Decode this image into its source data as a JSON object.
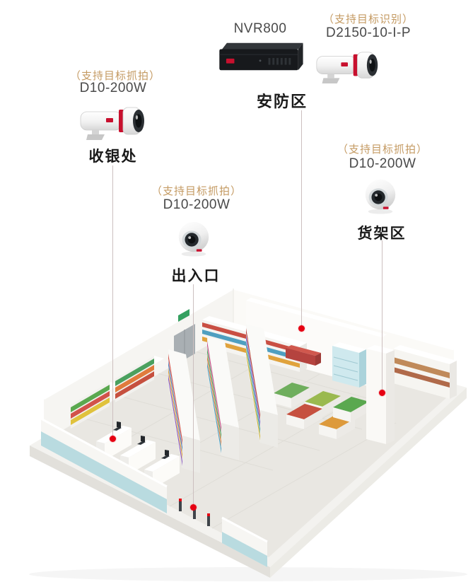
{
  "colors": {
    "accent_red": "#e60012",
    "capability_text": "#c49a62",
    "model_text": "#4a4a4a",
    "location_text": "#1a1a1a",
    "connector_line": "#ccbfbf"
  },
  "groups": {
    "cashier": {
      "capability": "（支持目标抓拍）",
      "model": "D10-200W",
      "location": "收银处"
    },
    "security": {
      "capability": "（支持目标识别）",
      "nvr_model": "NVR800",
      "camera_model": "D2150-10-I-P",
      "location": "安防区"
    },
    "entrance": {
      "capability": "（支持目标抓拍）",
      "model": "D10-200W",
      "location": "出入口"
    },
    "shelf": {
      "capability": "（支持目标抓拍）",
      "model": "D10-200W",
      "location": "货架区"
    }
  },
  "icons": {
    "nvr": "nvr-recorder-icon",
    "bullet_camera": "bullet-camera-icon",
    "dome_camera": "dome-camera-icon",
    "location_marker": "red-location-dot"
  }
}
